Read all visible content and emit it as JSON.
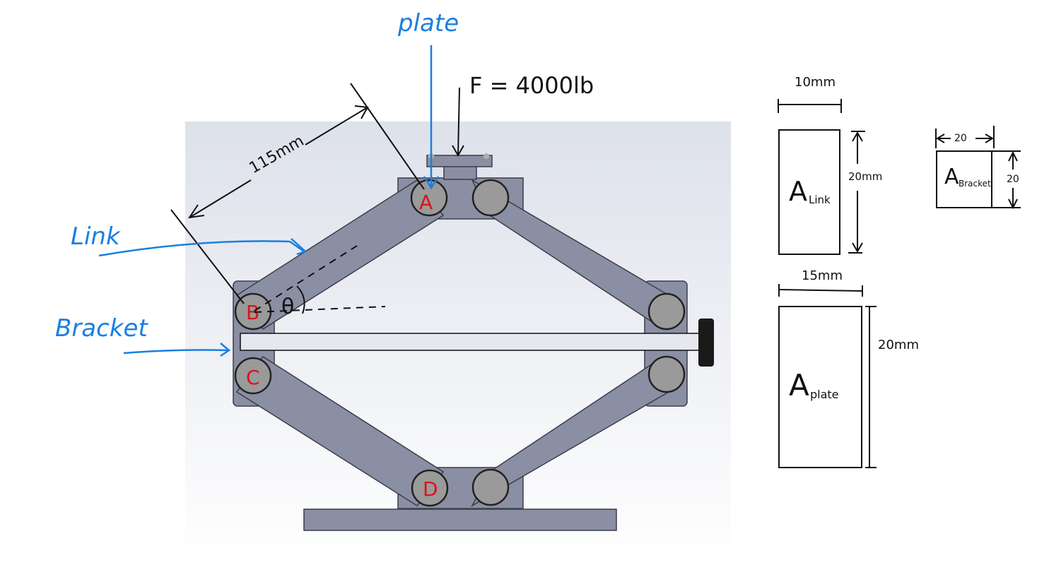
{
  "annotations": {
    "plate": "plate",
    "force": "F = 4000lb",
    "link_length": "115mm",
    "link": "Link",
    "bracket": "Bracket",
    "angle": "θ"
  },
  "pins": {
    "a": "A",
    "b": "B",
    "c": "C",
    "d": "D"
  },
  "cross_sections": {
    "link": {
      "width": "10mm",
      "height": "20mm",
      "label_main": "A",
      "label_sub": "Link"
    },
    "bracket": {
      "width": "20",
      "height": "20",
      "label_main": "A",
      "label_sub": "Bracket"
    },
    "plate": {
      "width": "15mm",
      "height": "20mm",
      "label_main": "A",
      "label_sub": "plate"
    }
  },
  "colors": {
    "annotation_blue": "#1a7fe0",
    "pin_label_red": "#d8141b",
    "part_gray": "#8b8fa3",
    "pin_gray": "#9a9a9a",
    "background_top": "#dde1ea"
  }
}
